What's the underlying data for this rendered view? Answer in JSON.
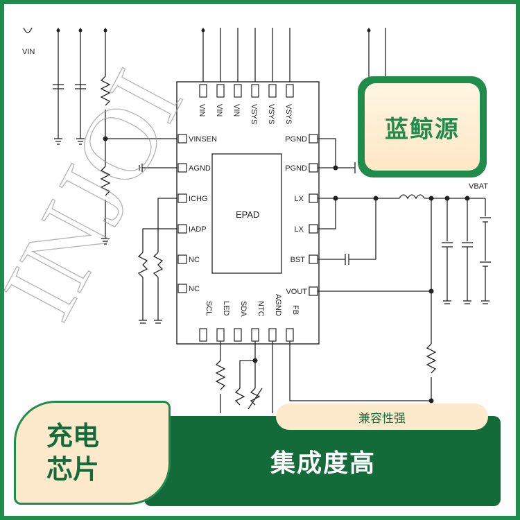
{
  "watermark": "INJOI",
  "brand": {
    "name": "蓝鲸源"
  },
  "tags": {
    "product": "充电芯片",
    "feature_small": "兼容性强",
    "feature_main": "集成度高"
  },
  "schematic": {
    "input_label": "VIN",
    "battery_label": "VBAT",
    "chip_center": "EPAD",
    "top_pins": [
      "VIN",
      "VIN",
      "VIN",
      "VSYS",
      "VSYS",
      "VSYS"
    ],
    "left_pins": [
      "VINSEN",
      "AGND",
      "ICHG",
      "IADP",
      "NC",
      "NC"
    ],
    "right_pins": [
      "PGND",
      "PGND",
      "LX",
      "LX",
      "BST",
      "VOUT"
    ],
    "bottom_pins": [
      "SCL",
      "LED",
      "SDA",
      "NTC",
      "AGND",
      "FB"
    ]
  },
  "colors": {
    "brand_green": "#1f8c4c",
    "dark_green": "#146b3a",
    "cream": "#fde9cb"
  }
}
